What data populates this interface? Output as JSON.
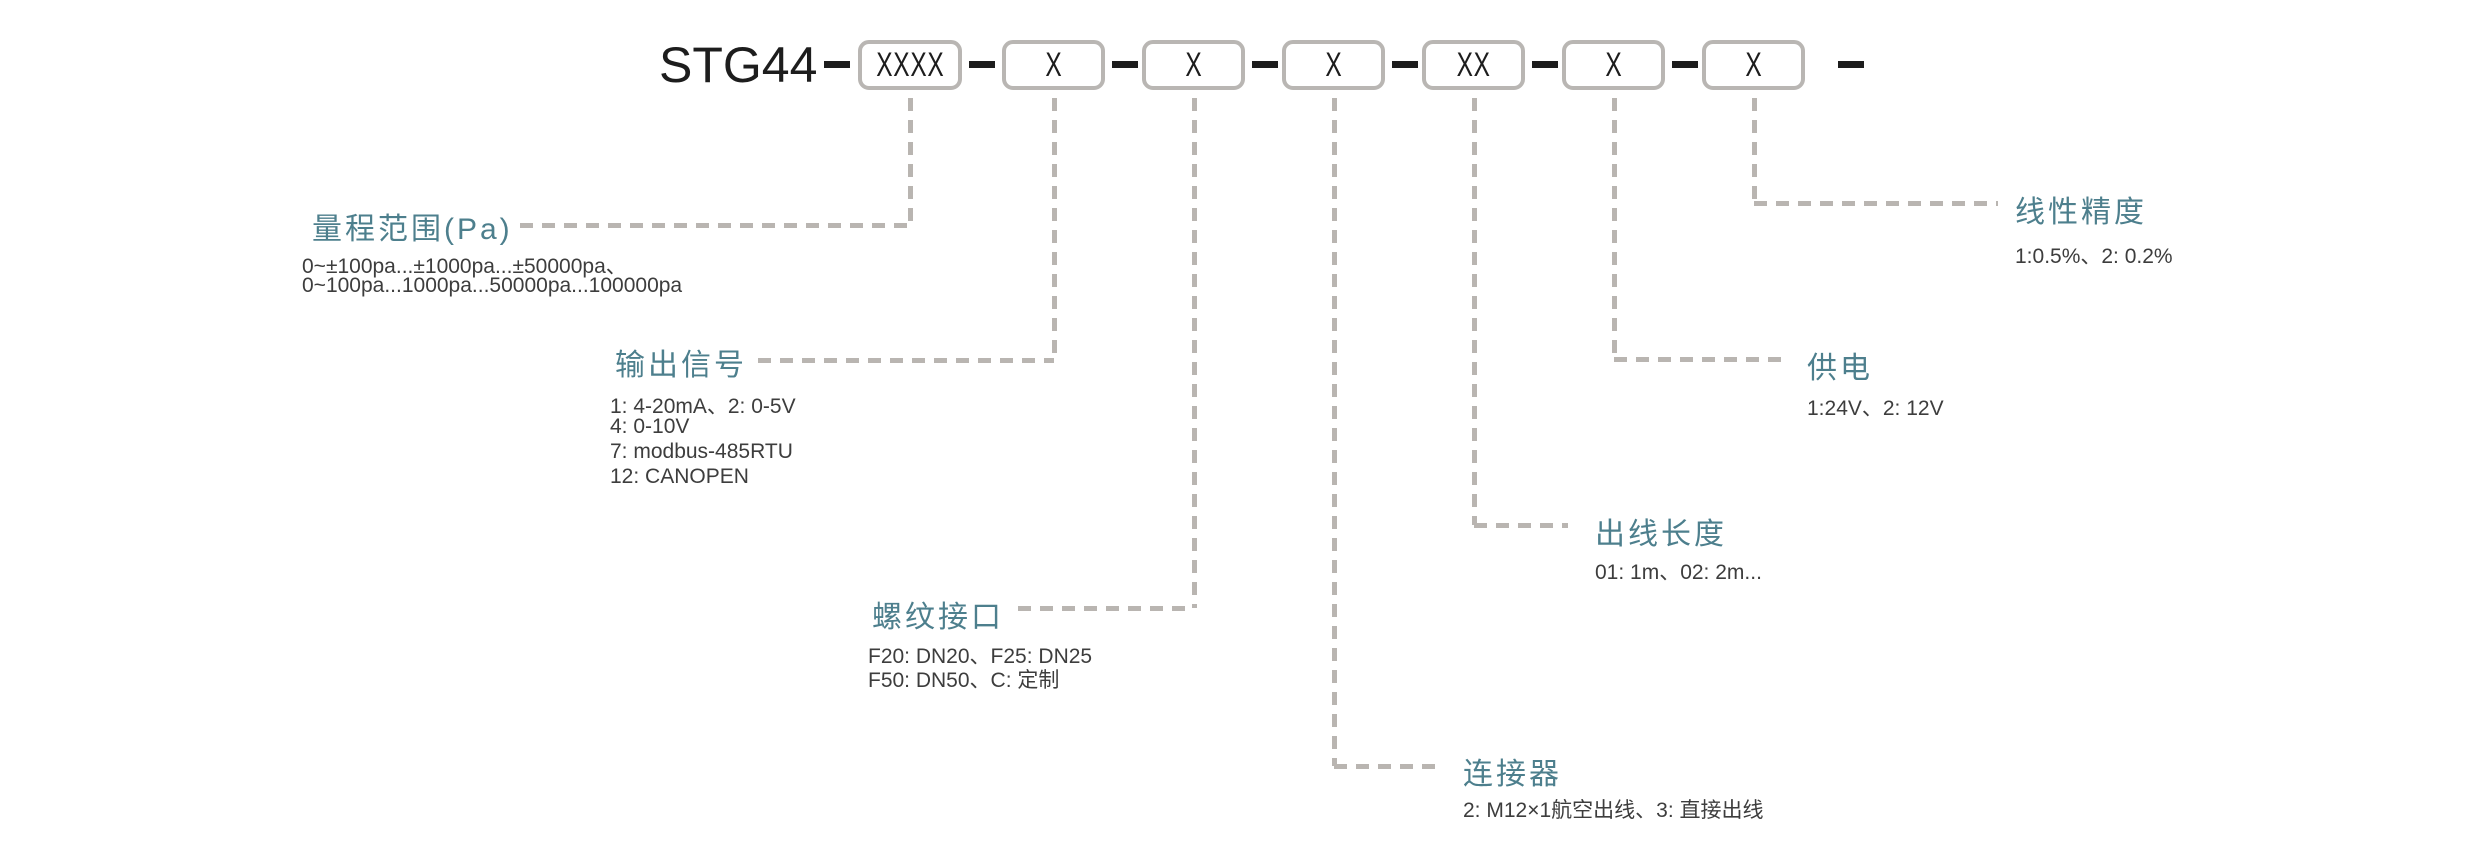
{
  "colors": {
    "accent_teal": "#4d7f8d",
    "line_gray": "#b9b5b1",
    "box_border_gray": "#b9b6b3",
    "code_black": "#1d1d1d",
    "body_text": "#3d3d3d",
    "background": "#ffffff"
  },
  "model_code": {
    "prefix": "STG44",
    "segments": [
      "XXXX",
      "X",
      "X",
      "X",
      "XX",
      "X",
      "X"
    ]
  },
  "fields": [
    {
      "id": "measuring-range",
      "title": "量程范围(Pa)",
      "lines": [
        "0~±100pa...±1000pa...±50000pa、",
        "0~100pa...1000pa...50000pa...100000pa"
      ]
    },
    {
      "id": "output-signal",
      "title": "输出信号",
      "lines": [
        "1: 4-20mA、2: 0-5V",
        "4: 0-10V",
        "7: modbus-485RTU",
        "12: CANOPEN"
      ]
    },
    {
      "id": "thread-interface",
      "title": "螺纹接口",
      "lines": [
        "F20: DN20、F25: DN25",
        "F50: DN50、C: 定制"
      ]
    },
    {
      "id": "connector",
      "title": "连接器",
      "lines": [
        "2: M12×1航空出线、3: 直接出线"
      ]
    },
    {
      "id": "cable-length",
      "title": "出线长度",
      "lines": [
        "01: 1m、02: 2m..."
      ]
    },
    {
      "id": "power-supply",
      "title": "供电",
      "lines": [
        "1:24V、2: 12V"
      ]
    },
    {
      "id": "linear-accuracy",
      "title": "线性精度",
      "lines": [
        "1:0.5%、2: 0.2%"
      ]
    }
  ]
}
